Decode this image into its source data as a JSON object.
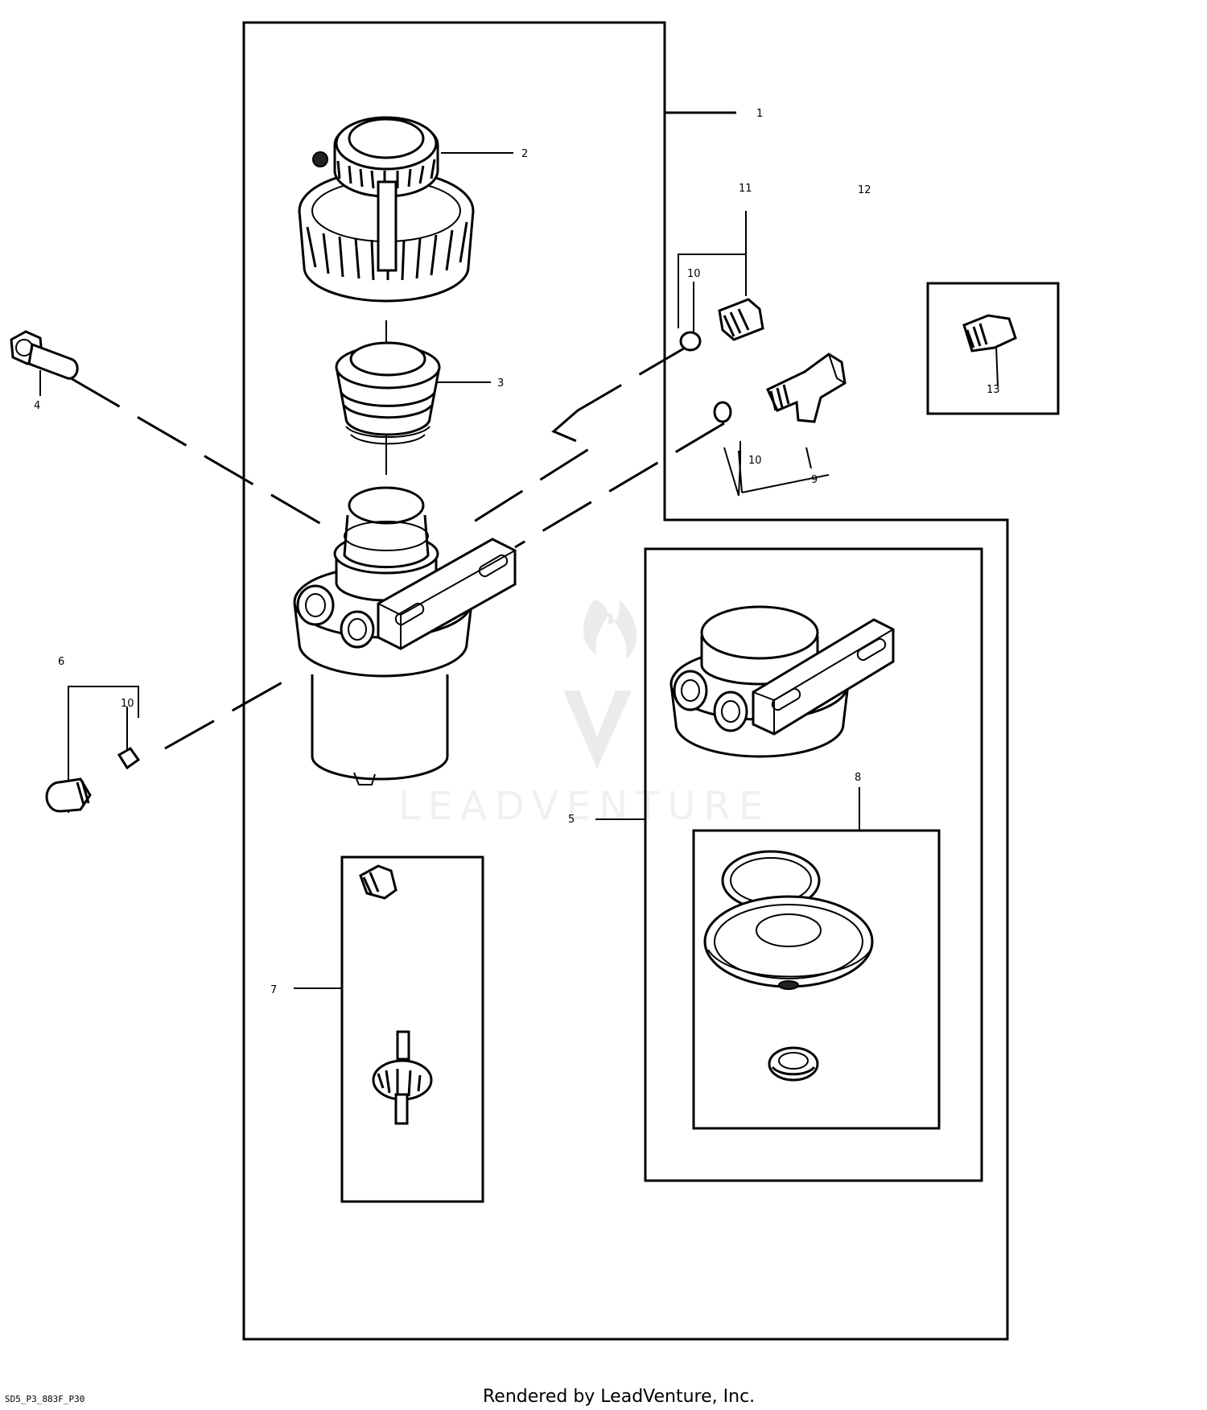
{
  "callouts": {
    "c1": "1",
    "c2": "2",
    "c3": "3",
    "c4": "4",
    "c5": "5",
    "c6": "6",
    "c7": "7",
    "c8": "8",
    "c9": "9",
    "c10a": "10",
    "c10b": "10",
    "c10c": "10",
    "c11": "11",
    "c12": "12",
    "c13": "13"
  },
  "watermark": {
    "text": "LEADVENTURE"
  },
  "footer": {
    "credit": "Rendered by LeadVenture, Inc.",
    "image_code": "SD5_P3_883F_P30"
  }
}
